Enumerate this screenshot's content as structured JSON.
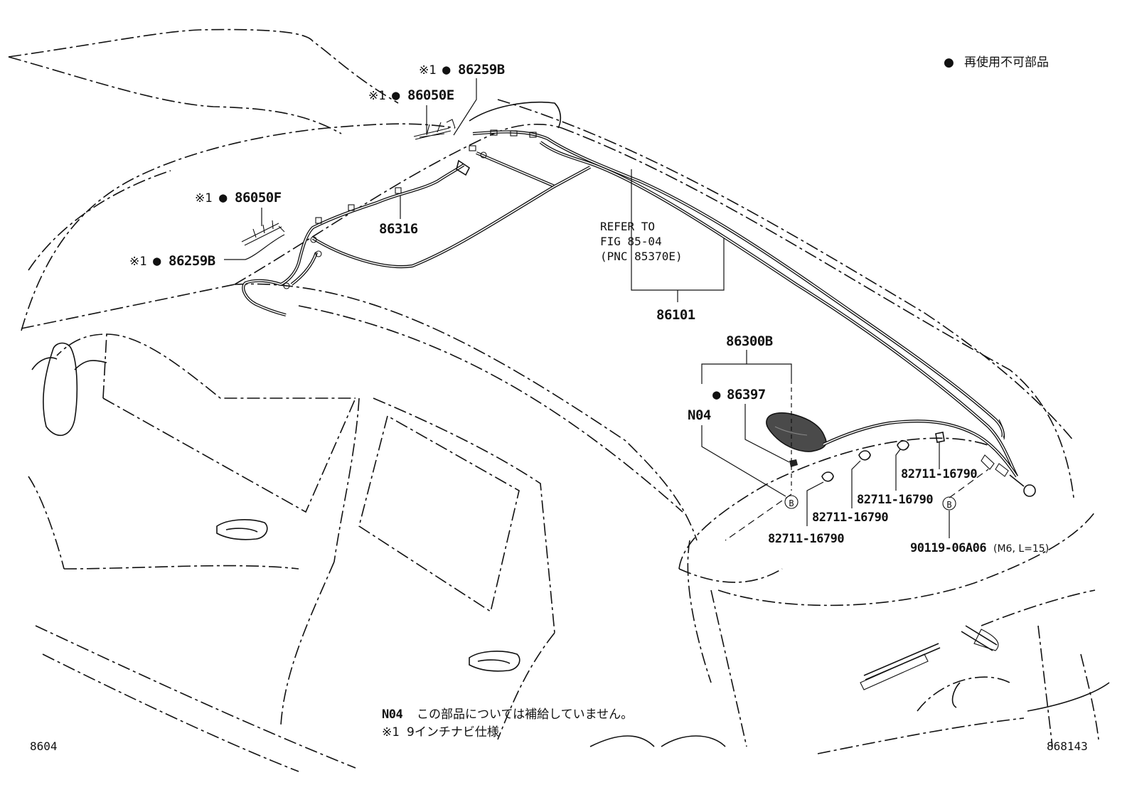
{
  "legend": {
    "symbol": "●",
    "text": "再使用不可部品"
  },
  "parts": {
    "p86259B_top": {
      "mark": "※1",
      "dot": "●",
      "code": "86259B"
    },
    "p86050E": {
      "mark": "※1",
      "dot": "●",
      "code": "86050E"
    },
    "p86050F": {
      "mark": "※1",
      "dot": "●",
      "code": "86050F"
    },
    "p86259B_left": {
      "mark": "※1",
      "dot": "●",
      "code": "86259B"
    },
    "p86316": {
      "code": "86316"
    },
    "p86101": {
      "code": "86101"
    },
    "p86300B": {
      "code": "86300B"
    },
    "p86397": {
      "dot": "●",
      "code": "86397"
    },
    "pN04": {
      "code": "N04"
    },
    "clip1": {
      "code": "82711-16790"
    },
    "clip2": {
      "code": "82711-16790"
    },
    "clip3": {
      "code": "82711-16790"
    },
    "clip4": {
      "code": "82711-16790"
    },
    "bolt": {
      "code": "90119-06A06",
      "spec": "(M6, L=15)"
    },
    "refer": {
      "line1": "REFER TO",
      "line2": "FIG 85-04",
      "line3": "(PNC 85370E)"
    }
  },
  "markers": {
    "b": "B"
  },
  "notes": {
    "n04": {
      "code": "N04",
      "text": "この部品については補給していません。"
    },
    "star1": {
      "code": "※1",
      "text": "9インチナビ仕様"
    }
  },
  "footer": {
    "left_code": "8604",
    "right_code": "868143"
  }
}
